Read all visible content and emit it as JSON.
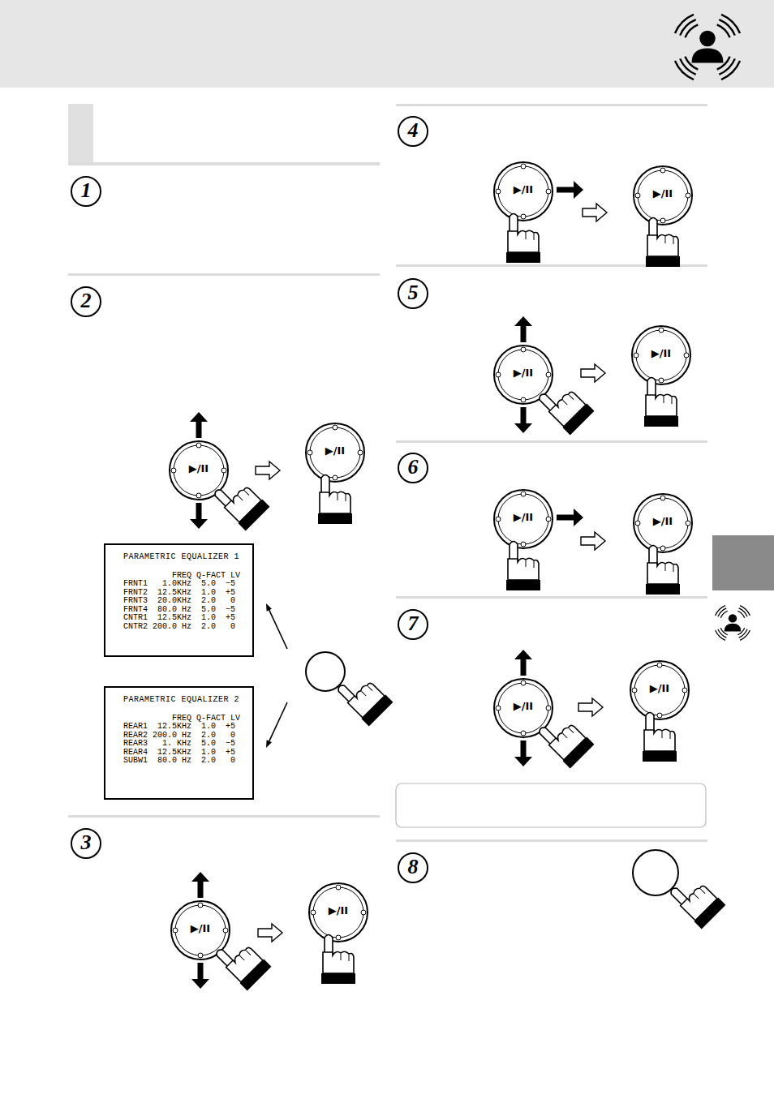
{
  "diagram": {
    "nodes": [
      {
        "text": [
          "PARAMETRIC EQUALIZER 1",
          "          FREQ Q-FACT LV",
          "FRNT1   1.0KHz  5.0  −5",
          "FRNT2  12.5KHz  1.0  +5",
          "FRNT3  20.0KHz  2.0   0",
          "FRNT4  80.0 Hz  5.0  −5",
          "CNTR1  12.5KHz  1.0  +5",
          "CNTR2 200.0 Hz  2.0   0"
        ]
      },
      {
        "text": [
          "PARAMETRIC EQUALIZER 2",
          "          FREQ Q-FACT LV",
          "REAR1  12.5KHz  1.0  +5",
          "REAR2 200.0 Hz  2.0   0",
          "REAR3   1. KHz  5.0  −5",
          "REAR4  12.5KHz  1.0  +5",
          "SUBW1  80.0 Hz  2.0   0"
        ]
      }
    ],
    "labels": [
      "1",
      "2",
      "▶/II",
      "▶/II",
      "3",
      "▶/II",
      "▶/II",
      "4",
      "▶/II",
      "▶/II",
      "5",
      "▶/II",
      "▶/II",
      "6",
      "▶/II",
      "▶/II",
      "7",
      "▶/II",
      "▶/II",
      "8"
    ]
  }
}
